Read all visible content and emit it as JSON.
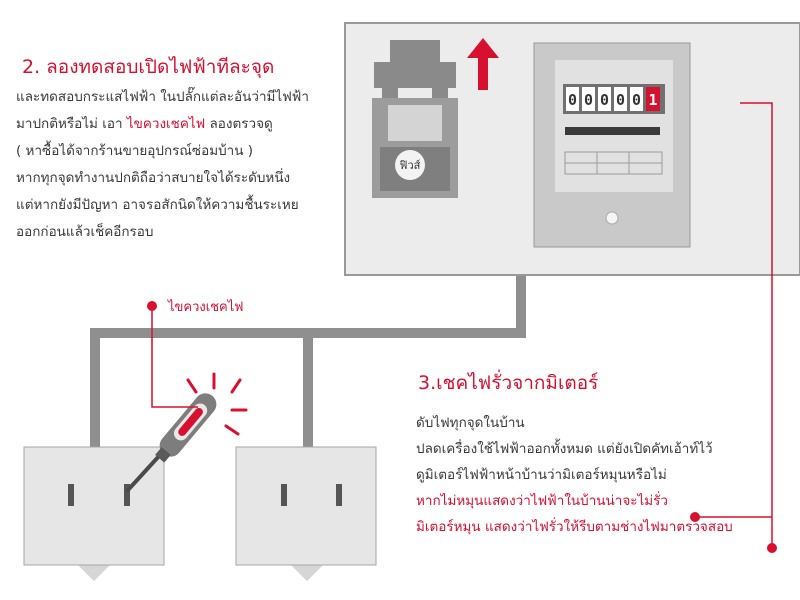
{
  "section2": {
    "title": "2. ลองทดสอบเปิดไฟฟ้าทีละจุด",
    "lines": [
      "และทดสอบกระแสไฟฟ้า ในปลั๊กแต่ละอันว่ามีไฟฟ้า",
      "มาปกติหรือไม่ เอา ",
      " ลองตรวจดู",
      "( หาซื้อได้จากร้านขายอุปกรณ์ซ่อมบ้าน )",
      "หากทุกจุดทำงานปกติถือว่าสบายใจได้ระดับหนึ่ง",
      "แต่หากยังมีปัญหา อาจรอสักนิดให้ความชื้นระเหย",
      "ออกก่อนแล้วเช็คอีกรอบ"
    ],
    "highlight": "ไขควงเชคไฟ"
  },
  "tester_label": "ไขควงเชคไฟ",
  "fuse_label": "ฟิวส์",
  "meter_digits": [
    "0",
    "0",
    "0",
    "0",
    "0",
    "1"
  ],
  "section3": {
    "title": "3.เชคไฟรั่วจากมิเตอร์",
    "lines": [
      "ดับไฟทุกจุดในบ้าน",
      "ปลดเครื่องใช้ไฟฟ้าออกทั้งหมด แต่ยังเปิดคัทเอ้าท์ไว้",
      "ดูมิเตอร์ไฟฟ้าหน้าบ้านว่ามิเตอร์หมุนหรือไม่"
    ],
    "red_lines": [
      "หากไม่หมุนแสดงว่าไฟฟ้าในบ้านน่าจะไม่รั่ว",
      "มิเตอร์หมุน แสดงว่าไฟรั่วให้รีบตามช่างไฟมาตรวจสอบ"
    ]
  },
  "colors": {
    "accent": "#d7102f",
    "panel": "#ededed",
    "wire": "#8f8f8f",
    "text": "#3a3a3a"
  }
}
